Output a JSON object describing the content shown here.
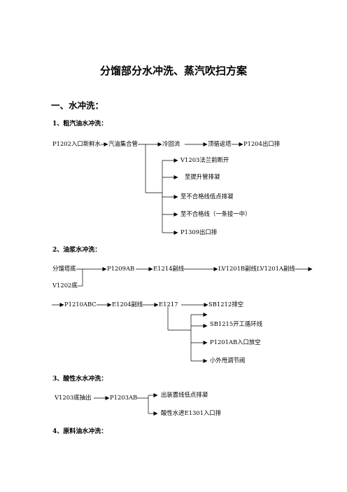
{
  "title": "分馏部分水冲洗、蒸汽吹扫方案",
  "section1": "一、水冲洗：",
  "sub1": {
    "heading": "1、粗汽油水冲洗：",
    "main": [
      "P1202入口新鲜水",
      "汽油集合管",
      "冷回流",
      "顶循返塔",
      "P1204出口排"
    ],
    "branches": [
      "V1203法兰前断开",
      "至提升管排凝",
      "至不合格线低点排凝",
      "至不合格线（一条接一中）",
      "P1309出口排"
    ]
  },
  "sub2": {
    "heading": "2、油浆水冲洗：",
    "row1": [
      "分馏塔底",
      "P1209AB",
      "E1214副线",
      "LV1201B副线",
      "LV1201A副线"
    ],
    "v_node": "V1202底",
    "row2": [
      "P1210ABC",
      "E1204副线",
      "E1217"
    ],
    "branches": [
      "SB1212排空",
      "SB1215开工循环线",
      "P1201AB入口放空",
      "小外甩调节阀"
    ]
  },
  "sub3": {
    "heading": "3、酸性水水冲洗：",
    "main": [
      "V1203底抽出",
      "P1203AB"
    ],
    "branches": [
      "出装置线低点排凝",
      "酸性水进E1301入口排"
    ]
  },
  "sub4": {
    "heading": "4、原料油水冲洗："
  }
}
